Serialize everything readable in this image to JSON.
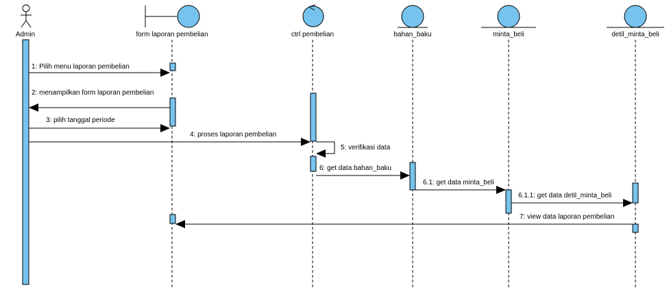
{
  "colors": {
    "fill": "#76C3EE",
    "stroke": "#000000",
    "background": "#FFFFFF"
  },
  "participants": [
    {
      "id": "admin",
      "type": "actor",
      "label": "Admin"
    },
    {
      "id": "form",
      "type": "boundary",
      "label": "form laporan pembelian"
    },
    {
      "id": "ctrl",
      "type": "control",
      "label": "ctrl pembelian"
    },
    {
      "id": "bahan",
      "type": "entity",
      "label": "bahan_baku"
    },
    {
      "id": "minta",
      "type": "entity",
      "label": "minta_beli"
    },
    {
      "id": "detil",
      "type": "entity",
      "label": "detil_minta_beli"
    }
  ],
  "messages": [
    {
      "id": "m1",
      "from": "admin",
      "to": "form",
      "label": "1: Pilih menu laporan pembelian"
    },
    {
      "id": "m2",
      "from": "form",
      "to": "admin",
      "label": "2: menampilkan form laporan pembelian"
    },
    {
      "id": "m3",
      "from": "admin",
      "to": "form",
      "label": "3: pilih tanggal periode"
    },
    {
      "id": "m4",
      "from": "admin",
      "to": "ctrl",
      "label": "4: proses laporan pembelian"
    },
    {
      "id": "m5",
      "from": "ctrl",
      "to": "ctrl",
      "label": "5: verifikasi data"
    },
    {
      "id": "m6",
      "from": "ctrl",
      "to": "bahan",
      "label": "6: get data bahan_baku"
    },
    {
      "id": "m61",
      "from": "bahan",
      "to": "minta",
      "label": "6.1: get data minta_beli"
    },
    {
      "id": "m611",
      "from": "minta",
      "to": "detil",
      "label": "6.1.1: get data detil_minta_beli"
    },
    {
      "id": "m7",
      "from": "detil",
      "to": "form",
      "label": "7: view data laporan pembelian"
    }
  ]
}
